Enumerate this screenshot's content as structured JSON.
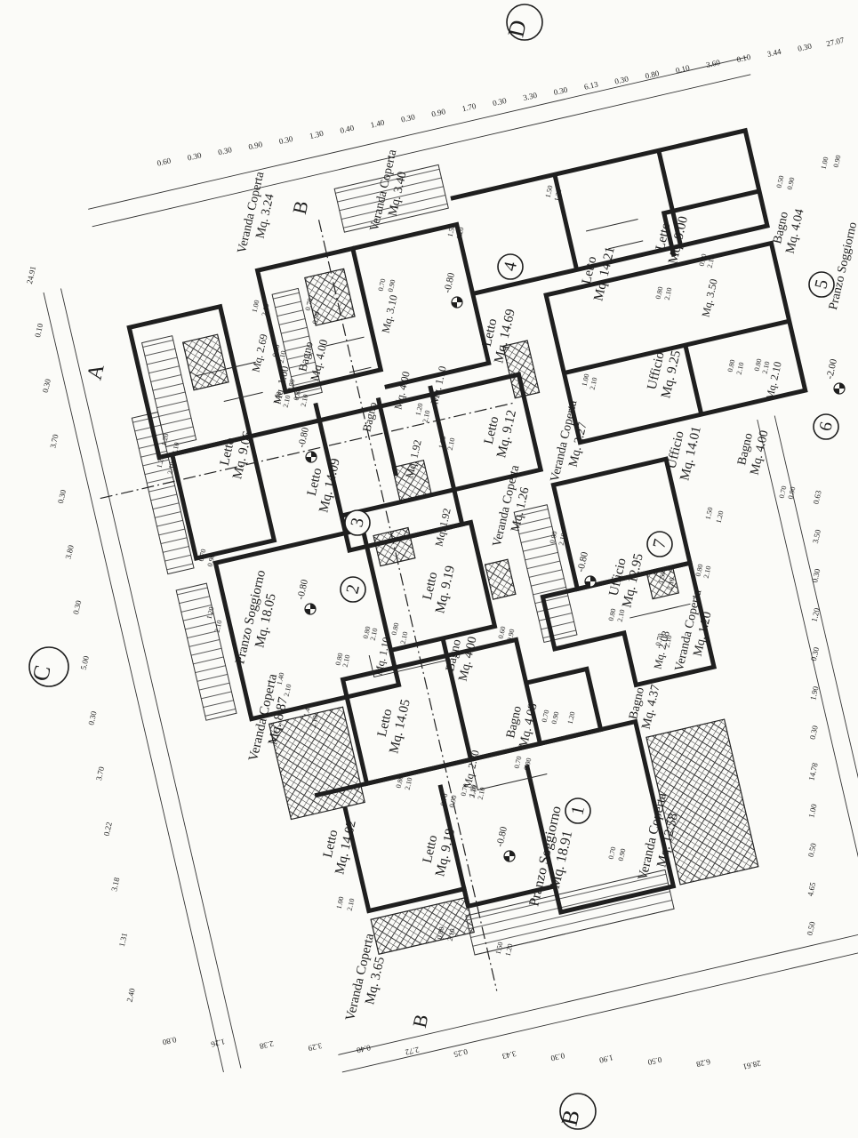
{
  "axes": {
    "C": "C",
    "D": "D",
    "B": "B"
  },
  "sections": {
    "A_top": "A",
    "B_top": "B",
    "B_bottom": "B"
  },
  "units": [
    {
      "id": "1",
      "label": "1"
    },
    {
      "id": "2",
      "label": "2"
    },
    {
      "id": "3",
      "label": "3"
    },
    {
      "id": "4",
      "label": "4"
    },
    {
      "id": "5",
      "label": "5"
    },
    {
      "id": "6",
      "label": "6"
    },
    {
      "id": "7",
      "label": "7"
    }
  ],
  "rooms": [
    {
      "id": "r1",
      "name": "Veranda Coperta",
      "area": "Mq. 3.24"
    },
    {
      "id": "r2",
      "name": "Veranda Coperta",
      "area": "Mq. 3.40"
    },
    {
      "id": "r3",
      "name": "Letto",
      "area": "Mq. 14.21"
    },
    {
      "id": "r4",
      "name": "Letto",
      "area": "Mq. 9.00"
    },
    {
      "id": "r5",
      "name": "Bagno",
      "area": "Mq. 4.04"
    },
    {
      "id": "r6",
      "name": "Pranzo Soggiorno",
      "area": ""
    },
    {
      "id": "r7",
      "name": "",
      "area": "Mq. 3.50"
    },
    {
      "id": "r8",
      "name": "Letto",
      "area": "Mq. 14.69"
    },
    {
      "id": "r9",
      "name": "Bagno",
      "area": "Mq. 4.00"
    },
    {
      "id": "r10",
      "name": "",
      "area": "Mq. 2.69"
    },
    {
      "id": "r11",
      "name": "",
      "area": "Mq. 3.10"
    },
    {
      "id": "r12",
      "name": "",
      "area": "Mq. 1.10"
    },
    {
      "id": "r13",
      "name": "",
      "area": "Mq. 1.00"
    },
    {
      "id": "r14",
      "name": "Ufficio",
      "area": "Mq. 9.25"
    },
    {
      "id": "r15",
      "name": "Bagno",
      "area": ""
    },
    {
      "id": "r16",
      "name": "",
      "area": "Mq. 4.00"
    },
    {
      "id": "r17",
      "name": "Letto",
      "area": "Mq. 9.12"
    },
    {
      "id": "r18",
      "name": "Veranda Coperta",
      "area": "Mq. 2.27"
    },
    {
      "id": "r19",
      "name": "Letto",
      "area": "Mq. 9.06"
    },
    {
      "id": "r20",
      "name": "Letto",
      "area": "Mq. 14.09"
    },
    {
      "id": "r21",
      "name": "",
      "area": "Mq. 1.92"
    },
    {
      "id": "r22",
      "name": "",
      "area": "Mq. 1.92"
    },
    {
      "id": "r23",
      "name": "Ufficio",
      "area": "Mq. 14.01"
    },
    {
      "id": "r24",
      "name": "Bagno",
      "area": "Mq. 4.00"
    },
    {
      "id": "r25",
      "name": "",
      "area": "Mq. 2.10"
    },
    {
      "id": "r26",
      "name": "Veranda Coperta",
      "area": "Mq. 1.26"
    },
    {
      "id": "r27",
      "name": "Ufficio",
      "area": "Mq. 12.95"
    },
    {
      "id": "r28",
      "name": "Pranzo Soggiorno",
      "area": "Mq. 18.05"
    },
    {
      "id": "r29",
      "name": "Letto",
      "area": "Mq. 9.19"
    },
    {
      "id": "r30",
      "name": "",
      "area": "Mq. 2.08"
    },
    {
      "id": "r31",
      "name": "Veranda Coperta",
      "area": "Mq. 1.20"
    },
    {
      "id": "r32",
      "name": "",
      "area": "Mq. 1.10"
    },
    {
      "id": "r33",
      "name": "Bagno",
      "area": "Mq. 4.00"
    },
    {
      "id": "r34",
      "name": "Bagno",
      "area": "Mq. 4.37"
    },
    {
      "id": "r35",
      "name": "Veranda Coperta",
      "area": "Mq. 8.87"
    },
    {
      "id": "r36",
      "name": "Letto",
      "area": "Mq. 14.05"
    },
    {
      "id": "r37",
      "name": "Bagno",
      "area": "Mq. 4.08"
    },
    {
      "id": "r38",
      "name": "",
      "area": "Mq. 2.80"
    },
    {
      "id": "r39",
      "name": "Letto",
      "area": "Mq. 14.02"
    },
    {
      "id": "r40",
      "name": "Letto",
      "area": "Mq. 9.18"
    },
    {
      "id": "r41",
      "name": "Pranzo Soggiorno",
      "area": "Mq. 18.91"
    },
    {
      "id": "r42",
      "name": "Veranda Coperta",
      "area": "Mq. 12.58"
    },
    {
      "id": "r43",
      "name": "Veranda Coperta",
      "area": "Mq. 3.65"
    }
  ],
  "levels": {
    "l1": "-0.80",
    "l2": "-0.80",
    "l3": "-0.80",
    "l4": "-0.80",
    "l5": "-2.00",
    "l6": "-0.80"
  },
  "dims_top_outer": [
    "27.07",
    "0.30",
    "3.44",
    "0.10",
    "3.60",
    "0.10",
    "0.80",
    "0.30",
    "6.13",
    "0.30",
    "3.30",
    "0.30",
    "1.70",
    "0.90",
    "0.30",
    "1.40",
    "0.40",
    "1.30",
    "0.30",
    "0.90",
    "0.30",
    "0.30",
    "0.60"
  ],
  "dims_left": [
    "24.91",
    "0.10",
    "0.30",
    "3.70",
    "0.30",
    "3.80",
    "0.30",
    "5.00",
    "0.30",
    "3.70",
    "0.22",
    "3.18",
    "1.31",
    "2.40"
  ],
  "dims_bottom": [
    "0.80",
    "1.26",
    "2.38",
    "3.29",
    "0.40",
    "2.72",
    "0.25",
    "3.43",
    "0.30",
    "1.90",
    "0.50",
    "6.28",
    "28.61"
  ],
  "dims_right": [
    "0.63",
    "3.50",
    "0.30",
    "1.20",
    "0.30",
    "1.90",
    "0.30",
    "14.78",
    "1.00",
    "0.50",
    "4.65",
    "0.50"
  ],
  "openings": [
    "1.00",
    "2.10",
    "0.70",
    "0.90",
    "0.80",
    "2.10",
    "0.80",
    "1.00",
    "2.10",
    "0.80",
    "2.10",
    "1.20",
    "2.10",
    "1.20",
    "2.10",
    "0.70",
    "0.90",
    "1.20",
    "2.10",
    "1.40",
    "2.10",
    "1.40",
    "2.10",
    "0.80",
    "2.10",
    "0.80",
    "2.10",
    "1.20",
    "2.10",
    "1.20",
    "2.10",
    "0.70",
    "0.90",
    "1.55",
    "1.20",
    "1.50",
    "1.20",
    "0.80",
    "2.10",
    "1.00",
    "2.10",
    "0.80",
    "2.10",
    "0.50",
    "0.90",
    "1.00",
    "0.90",
    "0.80",
    "2.10",
    "0.80",
    "2.10",
    "1.50",
    "1.20",
    "0.70",
    "0.90",
    "0.60",
    "0.90",
    "0.80",
    "2.10",
    "0.70",
    "2.10",
    "0.80",
    "2.10",
    "1.50",
    "2.10",
    "0.70",
    "0.90",
    "1.20",
    "0.70",
    "0.90",
    "1.20",
    "2.10",
    "0.80",
    "2.10",
    "0.70",
    "0.90",
    "1.00",
    "2.10",
    "0.80",
    "2.10",
    "1.50",
    "1.20",
    "0.70",
    "0.90",
    "0.80",
    "2.10",
    "0.70",
    "2.10",
    "0.80",
    "2.10"
  ]
}
